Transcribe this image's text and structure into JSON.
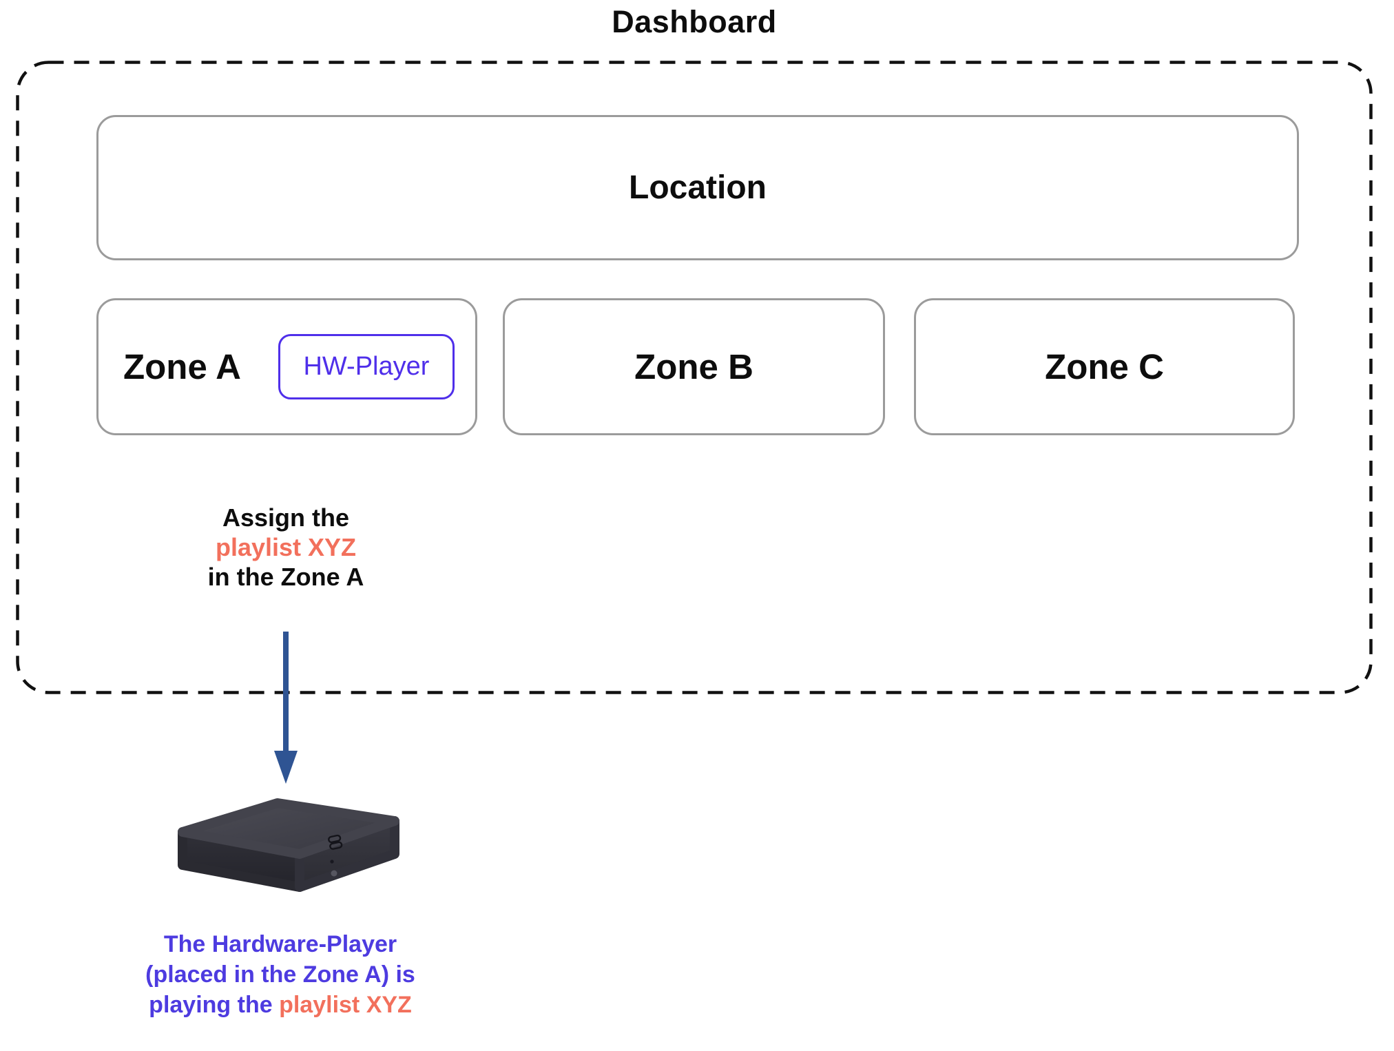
{
  "page_title": "Dashboard",
  "dashboard_frame": {
    "location": {
      "label": "Location"
    },
    "zones": [
      {
        "label": "Zone A",
        "badge_label": "HW-Player"
      },
      {
        "label": "Zone B"
      },
      {
        "label": "Zone C"
      }
    ],
    "assign_note": {
      "line1": "Assign the",
      "highlight": "playlist XYZ",
      "line3": "in the Zone A"
    }
  },
  "device_caption": {
    "line1": "The Hardware-Player",
    "line2": "(placed in the Zone A) is",
    "line3_prefix": "playing the ",
    "line3_highlight": "playlist XYZ"
  },
  "colors": {
    "badge_blue": "#4f2fea",
    "caption_blue": "#4d3be0",
    "highlight_salmon": "#f2705c",
    "arrow_navy": "#2f5493",
    "box_border_gray": "#9b9b9b",
    "frame_dash_black": "#111111"
  }
}
